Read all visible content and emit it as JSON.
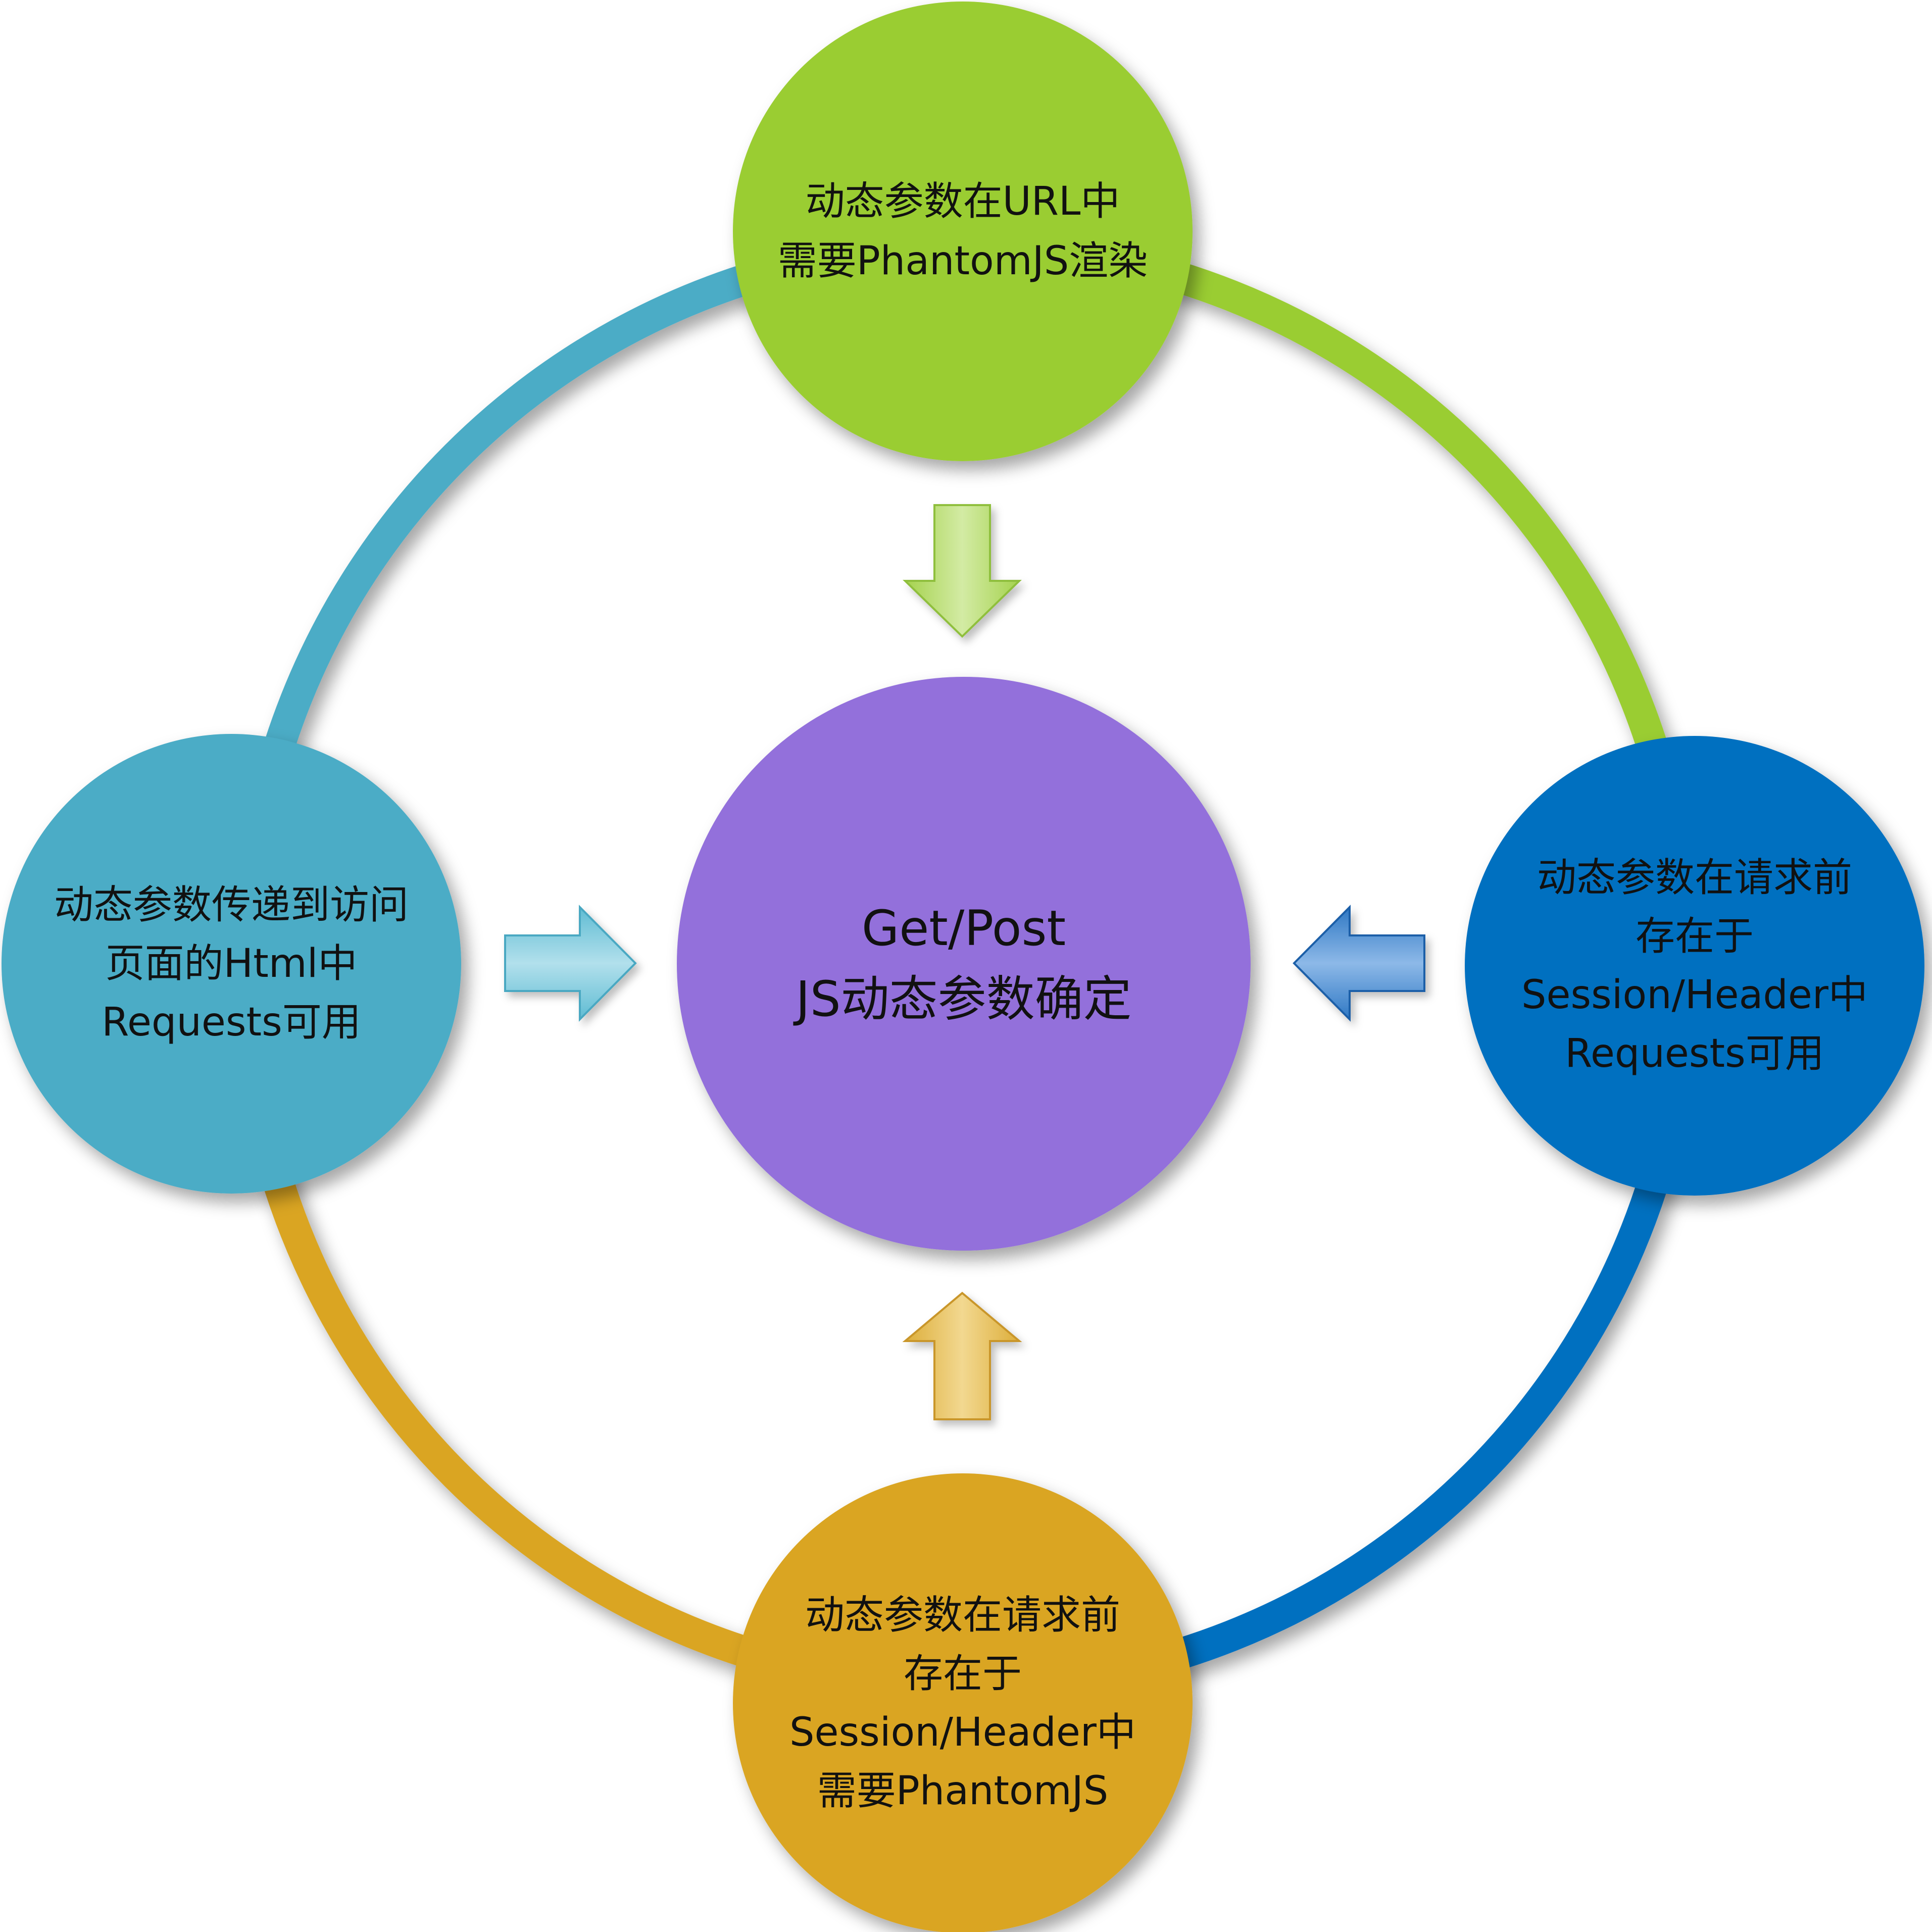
{
  "colors": {
    "top": "#9ACD32",
    "right": "#0070C0",
    "bottom": "#DAA520",
    "left": "#4BACC6",
    "center": "#9370DB",
    "arrow_top": "#B4DC6E",
    "arrow_right": "#4F93D3",
    "arrow_bottom": "#E8C060",
    "arrow_left": "#7CC6DA"
  },
  "nodes": {
    "center": {
      "lines": [
        "Get/Post",
        "JS动态参数确定"
      ]
    },
    "top": {
      "lines": [
        "动态参数在URL中",
        "需要PhantomJS渲染"
      ]
    },
    "right": {
      "lines": [
        "动态参数在请求前",
        "存在于",
        "Session/Header中",
        "Requests可用"
      ]
    },
    "bottom": {
      "lines": [
        "动态参数在请求前",
        "存在于",
        "Session/Header中",
        "需要PhantomJS"
      ]
    },
    "left": {
      "lines": [
        "动态参数传递到访问",
        "页面的Html中",
        "Requests可用"
      ]
    }
  }
}
